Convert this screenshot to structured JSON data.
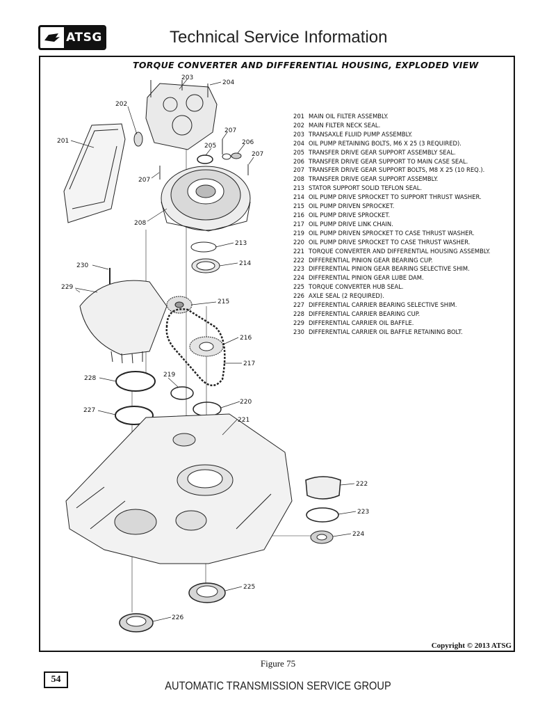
{
  "header": {
    "logo_text": "ATSG",
    "title": "Technical Service Information"
  },
  "figure": {
    "title": "TORQUE CONVERTER AND DIFFERENTIAL HOUSING, EXPLODED VIEW",
    "caption": "Figure 75",
    "copyright": "Copyright © 2013 ATSG",
    "callouts": [
      "201",
      "202",
      "203",
      "204",
      "205",
      "206",
      "207",
      "207",
      "207",
      "208",
      "213",
      "214",
      "215",
      "216",
      "217",
      "219",
      "220",
      "221",
      "222",
      "223",
      "224",
      "225",
      "226",
      "227",
      "228",
      "229",
      "230"
    ]
  },
  "legend": [
    {
      "num": "201",
      "text": "MAIN OIL FILTER ASSEMBLY."
    },
    {
      "num": "202",
      "text": "MAIN FILTER NECK SEAL."
    },
    {
      "num": "203",
      "text": "TRANSAXLE FLUID PUMP ASSEMBLY."
    },
    {
      "num": "204",
      "text": "OIL PUMP RETAINING BOLTS, M6 X 25 (3 REQUIRED)."
    },
    {
      "num": "205",
      "text": "TRANSFER DRIVE GEAR SUPPORT ASSEMBLY SEAL."
    },
    {
      "num": "206",
      "text": "TRANSFER DRIVE GEAR SUPPORT TO MAIN CASE SEAL."
    },
    {
      "num": "207",
      "text": "TRANSFER DRIVE GEAR SUPPORT BOLTS, M8 X 25  (10 REQ.)."
    },
    {
      "num": "208",
      "text": "TRANSFER DRIVE GEAR SUPPORT ASSEMBLY."
    },
    {
      "num": "213",
      "text": "STATOR SUPPORT SOLID TEFLON SEAL."
    },
    {
      "num": "214",
      "text": "OIL PUMP DRIVE SPROCKET TO SUPPORT THRUST WASHER."
    },
    {
      "num": "215",
      "text": "OIL PUMP DRIVEN SPROCKET."
    },
    {
      "num": "216",
      "text": "OIL PUMP DRIVE SPROCKET."
    },
    {
      "num": "217",
      "text": "OIL PUMP DRIVE LINK CHAIN."
    },
    {
      "num": "219",
      "text": "OIL PUMP DRIVEN SPROCKET TO CASE THRUST WASHER."
    },
    {
      "num": "220",
      "text": "OIL PUMP DRIVE SPROCKET TO CASE THRUST WASHER."
    },
    {
      "num": "221",
      "text": "TORQUE CONVERTER AND DIFFERENTIAL HOUSING ASSEMBLY."
    },
    {
      "num": "222",
      "text": "DIFFERENTIAL PINION GEAR BEARING CUP."
    },
    {
      "num": "223",
      "text": "DIFFERENTIAL PINION GEAR BEARING SELECTIVE SHIM."
    },
    {
      "num": "224",
      "text": "DIFFERENTIAL PINION GEAR LUBE DAM."
    },
    {
      "num": "225",
      "text": "TORQUE CONVERTER HUB SEAL."
    },
    {
      "num": "226",
      "text": "AXLE SEAL  (2 REQUIRED)."
    },
    {
      "num": "227",
      "text": "DIFFERENTIAL CARRIER  BEARING SELECTIVE SHIM."
    },
    {
      "num": "228",
      "text": "DIFFERENTIAL CARRIER  BEARING CUP."
    },
    {
      "num": "229",
      "text": "DIFFERENTIAL CARRIER OIL BAFFLE."
    },
    {
      "num": "230",
      "text": "DIFFERENTIAL CARRIER OIL BAFFLE RETAINING  BOLT."
    }
  ],
  "footer": {
    "page_number": "54",
    "organization": "AUTOMATIC TRANSMISSION SERVICE GROUP"
  }
}
